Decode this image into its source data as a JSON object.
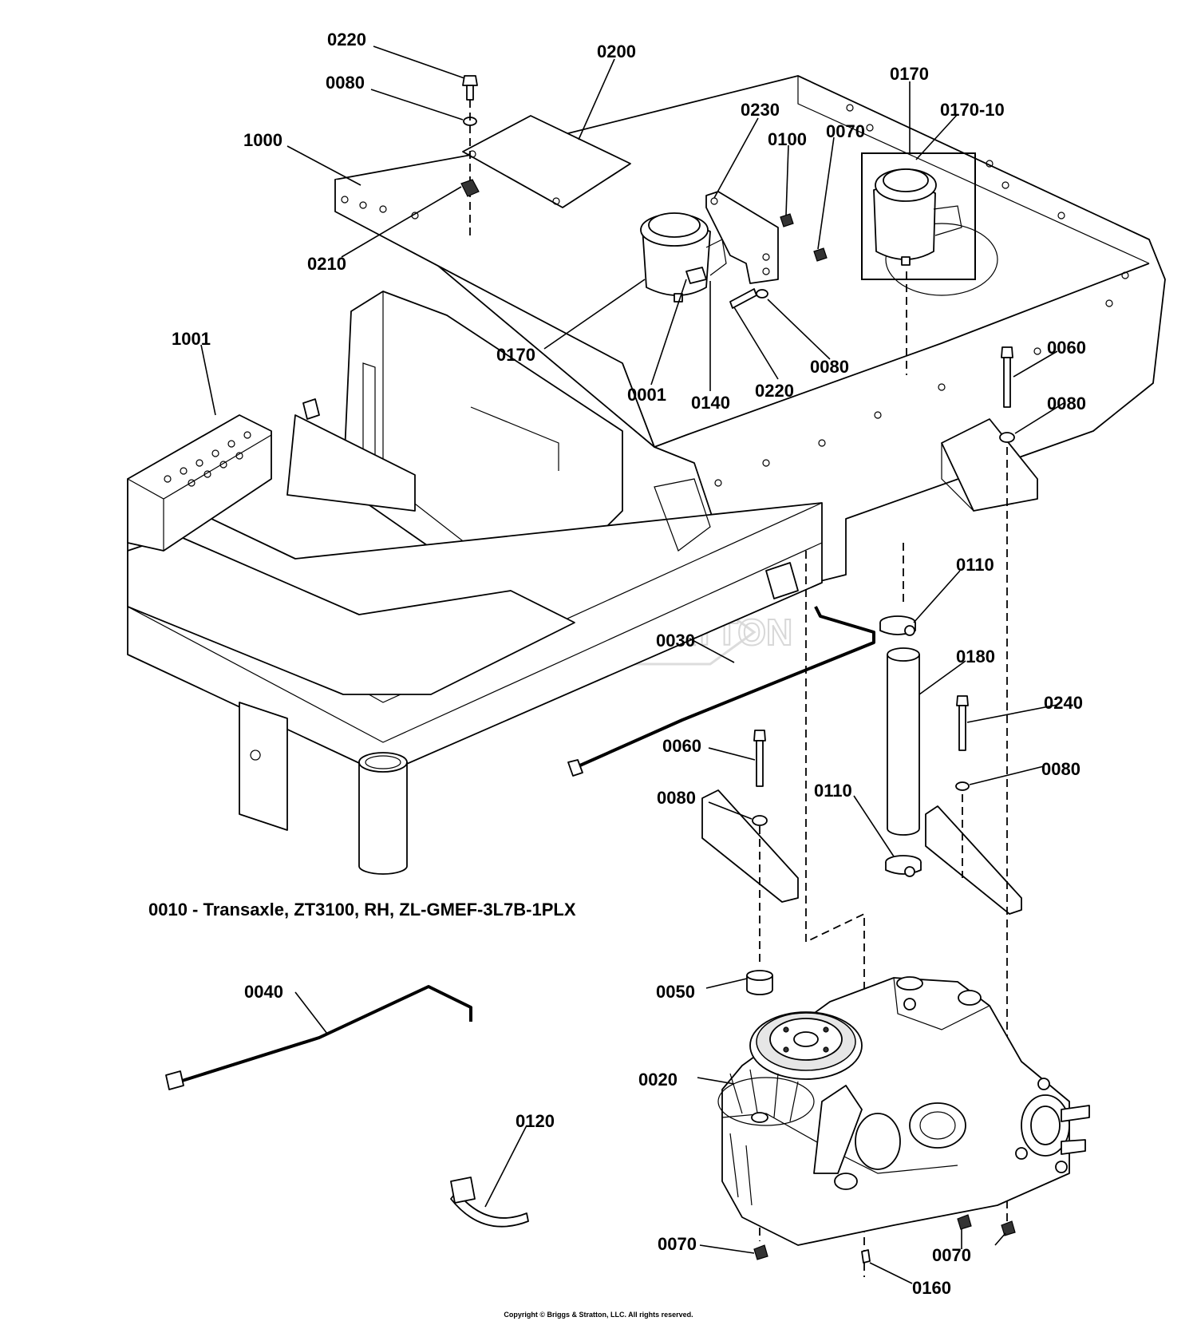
{
  "title": "0010 - Transaxle, ZT3100, RH, ZL-GMEF-3L7B-1PLX",
  "copyright": "Copyright © Briggs & Stratton, LLC. All rights reserved.",
  "watermark": "BRIGGS & STRATTON",
  "callouts": [
    {
      "id": "c0220a",
      "text": "0220"
    },
    {
      "id": "c0080a",
      "text": "0080"
    },
    {
      "id": "c0200",
      "text": "0200"
    },
    {
      "id": "c1000",
      "text": "1000"
    },
    {
      "id": "c0210",
      "text": "0210"
    },
    {
      "id": "c0230",
      "text": "0230"
    },
    {
      "id": "c0100",
      "text": "0100"
    },
    {
      "id": "c0070a",
      "text": "0070"
    },
    {
      "id": "c0170a",
      "text": "0170"
    },
    {
      "id": "c0170-10",
      "text": "0170-10"
    },
    {
      "id": "c1001",
      "text": "1001"
    },
    {
      "id": "c0170b",
      "text": "0170"
    },
    {
      "id": "c0001",
      "text": "0001"
    },
    {
      "id": "c0140",
      "text": "0140"
    },
    {
      "id": "c0220b",
      "text": "0220"
    },
    {
      "id": "c0080b",
      "text": "0080"
    },
    {
      "id": "c0060a",
      "text": "0060"
    },
    {
      "id": "c0080c",
      "text": "0080"
    },
    {
      "id": "c0110a",
      "text": "0110"
    },
    {
      "id": "c0030",
      "text": "0030"
    },
    {
      "id": "c0180",
      "text": "0180"
    },
    {
      "id": "c0240",
      "text": "0240"
    },
    {
      "id": "c0060b",
      "text": "0060"
    },
    {
      "id": "c0080d",
      "text": "0080"
    },
    {
      "id": "c0080e",
      "text": "0080"
    },
    {
      "id": "c0110b",
      "text": "0110"
    },
    {
      "id": "c0040",
      "text": "0040"
    },
    {
      "id": "c0050",
      "text": "0050"
    },
    {
      "id": "c0020",
      "text": "0020"
    },
    {
      "id": "c0120",
      "text": "0120"
    },
    {
      "id": "c0070b",
      "text": "0070"
    },
    {
      "id": "c0070c",
      "text": "0070"
    },
    {
      "id": "c0160",
      "text": "0160"
    }
  ]
}
